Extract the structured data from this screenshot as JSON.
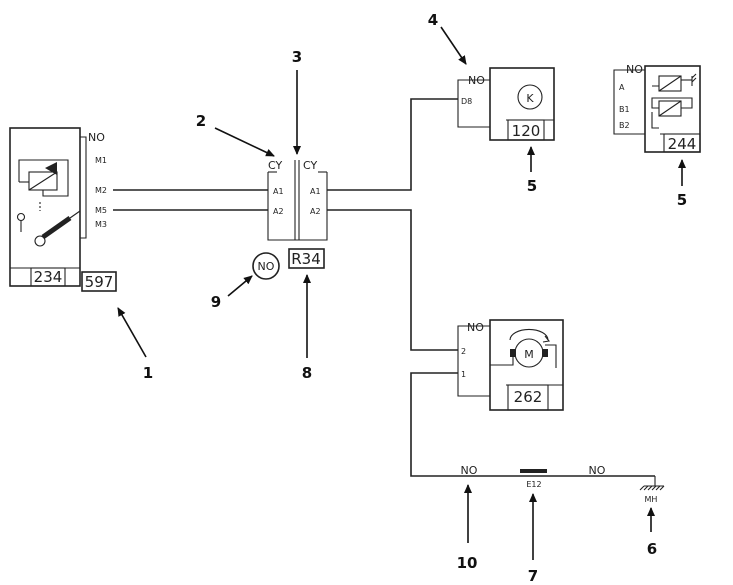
{
  "components": {
    "c234": {
      "code": "234",
      "connector": "NO",
      "pins": [
        "M1",
        "M2",
        "M5",
        "M3"
      ],
      "fuse_code": "597"
    },
    "splice": {
      "left_label": "CY",
      "right_label": "CY",
      "left_pins": [
        "A1",
        "A2"
      ],
      "right_pins": [
        "A1",
        "A2"
      ],
      "code": "R34",
      "no_marker": "NO"
    },
    "c120": {
      "code": "120",
      "connector": "NO",
      "pin": "D8",
      "symbol": "K"
    },
    "c244": {
      "code": "244",
      "connector": "NO",
      "pins": [
        "A",
        "B1",
        "B2"
      ]
    },
    "c262": {
      "code": "262",
      "connector": "NO",
      "pins": [
        "2",
        "1"
      ],
      "symbol": "M"
    },
    "ground": {
      "left_label": "NO",
      "mid_label": "E12",
      "right_label": "NO",
      "ground_label": "MH"
    }
  },
  "callouts": {
    "n1": "1",
    "n2": "2",
    "n3": "3",
    "n4": "4",
    "n5a": "5",
    "n5b": "5",
    "n6": "6",
    "n7": "7",
    "n8": "8",
    "n9": "9",
    "n10": "10"
  }
}
